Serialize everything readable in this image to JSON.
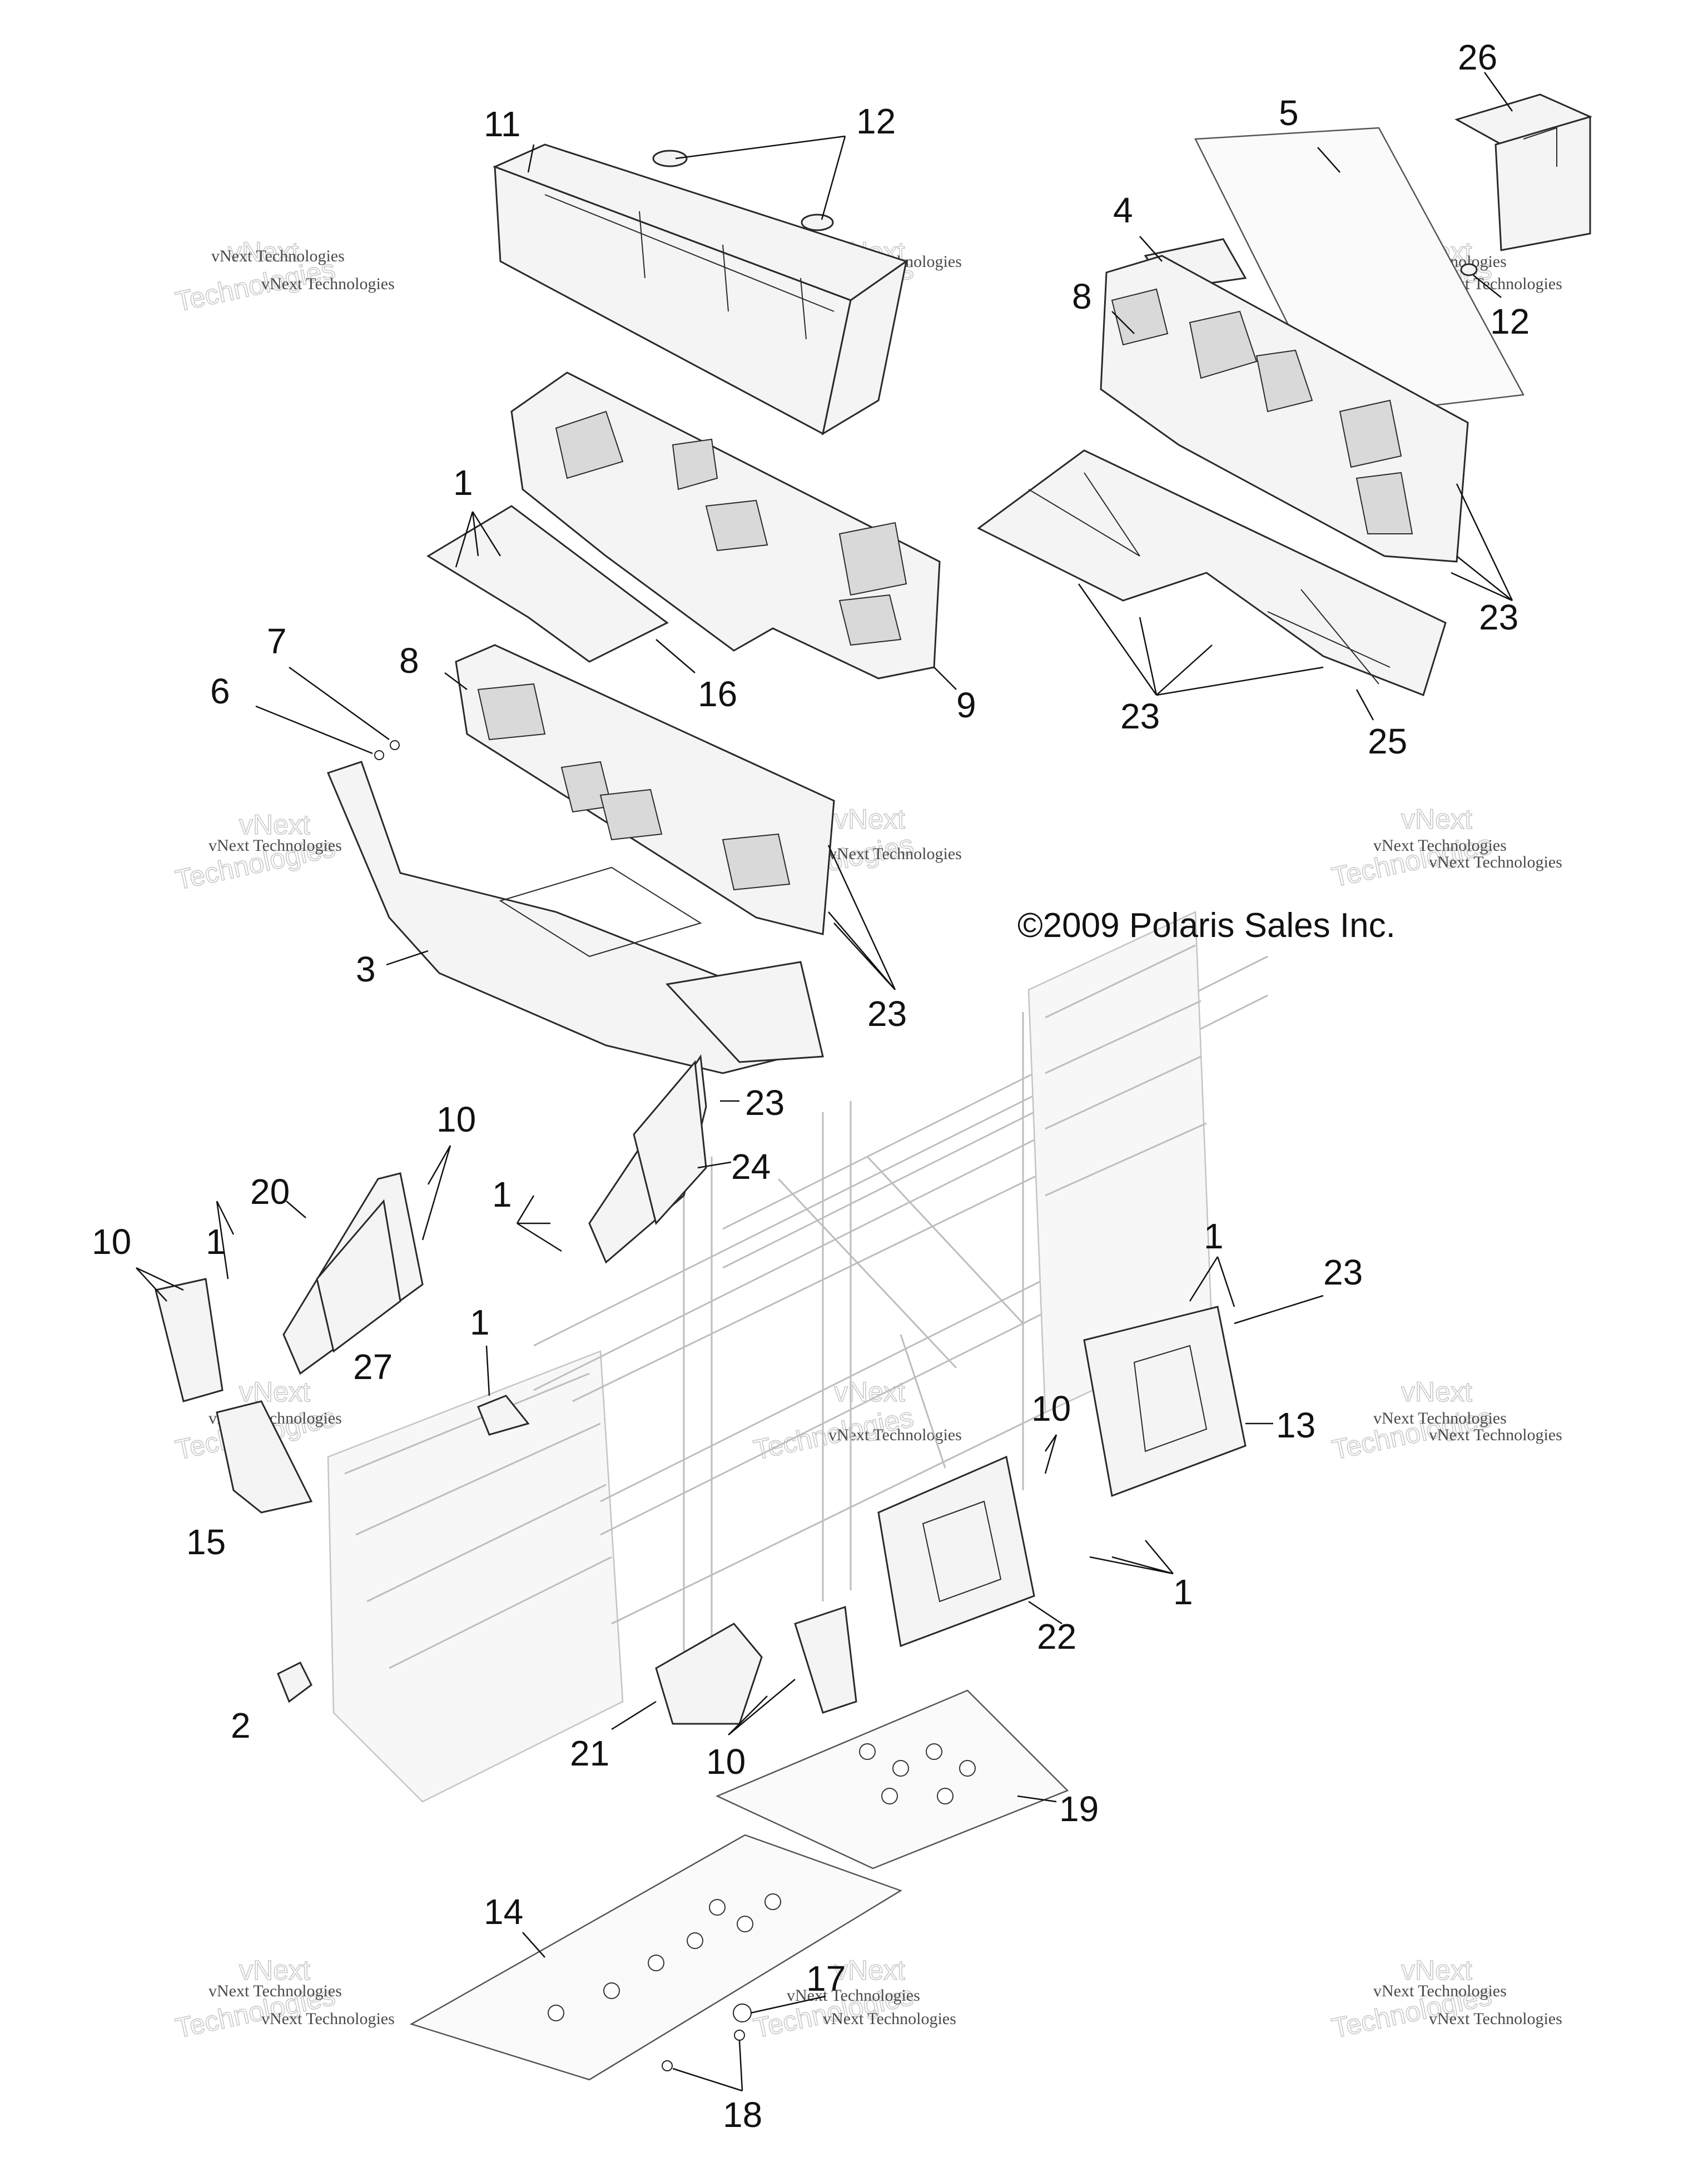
{
  "copyright": "©2009 Polaris Sales Inc.",
  "watermark": {
    "line1": "vNext Technologies",
    "line2a": "vNext",
    "line2b": "Technologies"
  },
  "callouts": {
    "c26": "26",
    "c5": "5",
    "c11": "11",
    "c12a": "12",
    "c12b": "12",
    "c4": "4",
    "c8a": "8",
    "c1a": "1",
    "c23a": "23",
    "c16": "16",
    "c9": "9",
    "c7": "7",
    "c6": "6",
    "c8b": "8",
    "c23b": "23",
    "c25": "25",
    "c3": "3",
    "c23c": "23",
    "c23d": "23",
    "c10a": "10",
    "c24": "24",
    "c20": "20",
    "c1b": "1",
    "c10b": "10",
    "c1c": "1",
    "c1d": "1",
    "c23e": "23",
    "c27": "27",
    "c1e": "1",
    "c10c": "10",
    "c13": "13",
    "c15": "15",
    "c1f": "1",
    "c22": "22",
    "c2": "2",
    "c21": "21",
    "c10d": "10",
    "c19": "19",
    "c14": "14",
    "c17": "17",
    "c18": "18"
  }
}
